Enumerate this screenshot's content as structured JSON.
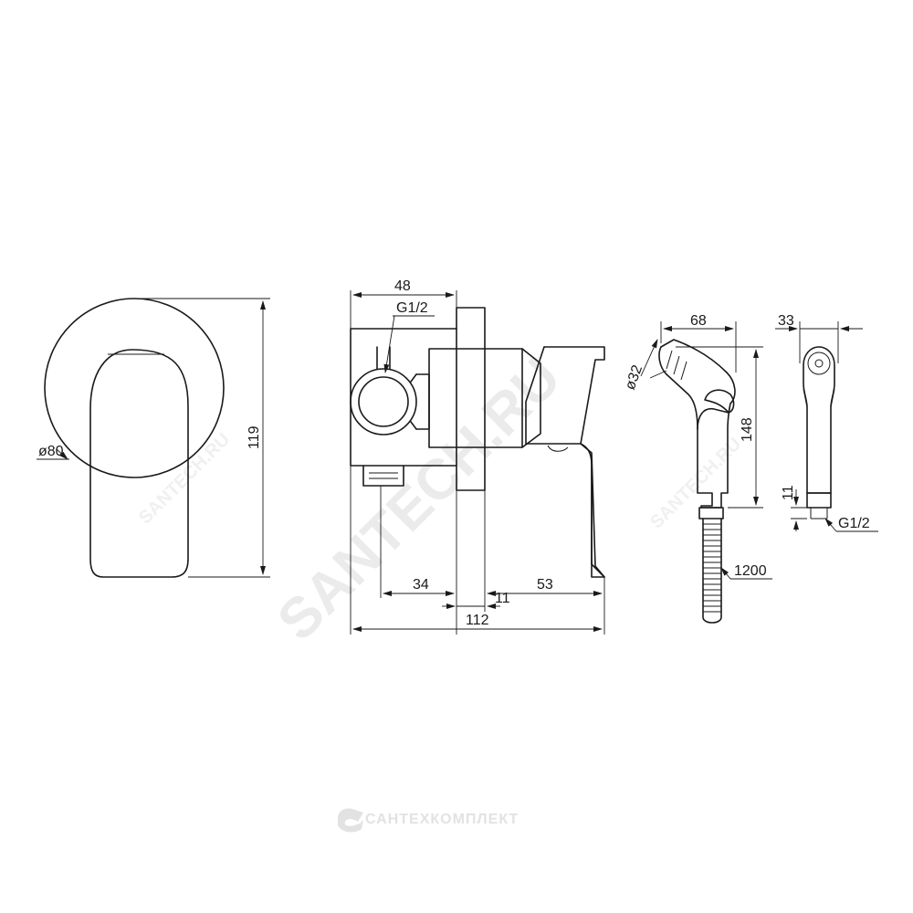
{
  "watermarks": {
    "main": "SANTECH.RU",
    "side_left": "SANTECH.RU",
    "side_right": "SANTECH.RU",
    "footer": "САНТЕХКОМПЛЕКТ"
  },
  "front_view": {
    "diameter_label": "ø80",
    "height_label": "119"
  },
  "side_view": {
    "width_top_label": "48",
    "thread_label": "G1/2",
    "depth_left_label": "34",
    "plate_label": "11",
    "handle_label": "53",
    "total_label": "112"
  },
  "shower_side": {
    "width_label": "68",
    "diameter_label": "ø32",
    "height_label": "148",
    "hose_label": "1200"
  },
  "shower_front": {
    "width_label": "33",
    "thread_height_label": "11",
    "thread_label": "G1/2"
  }
}
